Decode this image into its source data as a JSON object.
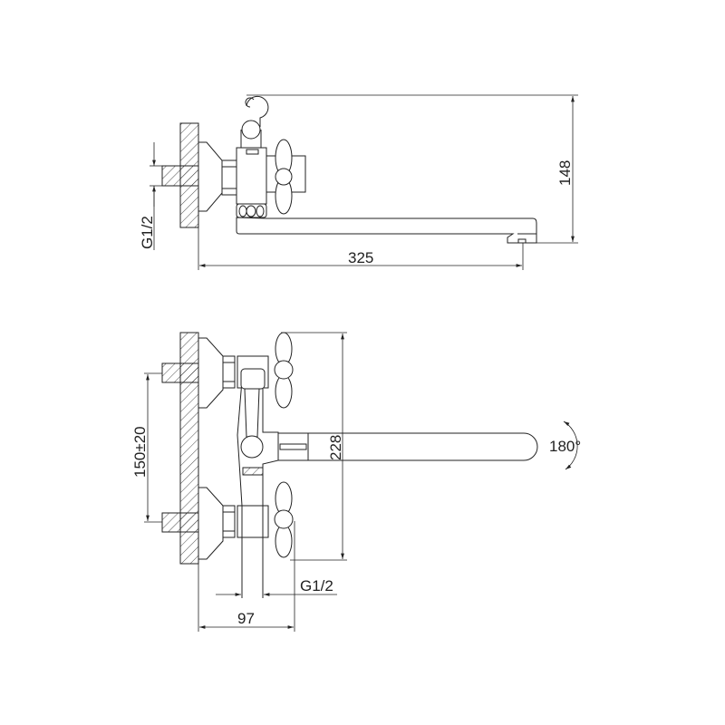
{
  "top_view": {
    "dim_height": "148",
    "dim_length": "325",
    "dim_thread": "G1/2"
  },
  "front_view": {
    "dim_spacing": "150±20",
    "dim_height": "228",
    "dim_thread": "G1/2",
    "dim_depth": "97",
    "rotation_label": "180°"
  },
  "colors": {
    "line": "#222222",
    "background": "#ffffff"
  }
}
